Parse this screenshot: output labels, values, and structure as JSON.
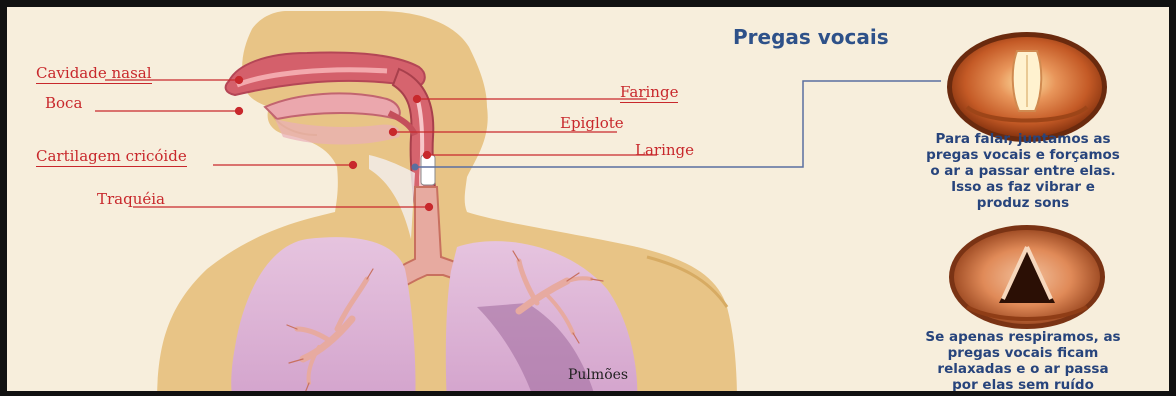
{
  "title": "Pregas vocais",
  "labels": {
    "nasal_cavity": "Cavidade nasal",
    "mouth": "Boca",
    "cricoid": "Cartilagem cricóide",
    "trachea": "Traquéia",
    "pharynx": "Faringe",
    "epiglottis": "Epiglote",
    "larynx": "Laringe",
    "lungs": "Pulmões"
  },
  "captions": {
    "speaking_lines": [
      "Para falar, juntamos as",
      "pregas vocais e forçamos",
      "o ar a passar entre elas.",
      "Isso as faz vibrar e",
      "produz sons"
    ],
    "breathing_lines": [
      "Se apenas respiramos, as",
      "pregas vocais ficam",
      "relaxadas e o ar passa",
      "por elas sem ruído"
    ]
  },
  "colors": {
    "label_red": "#c8282c",
    "caption_blue": "#27447c",
    "title_blue": "#2e5189",
    "body_tan": "#e8c486",
    "lung_pink": "#dcb2d6"
  }
}
